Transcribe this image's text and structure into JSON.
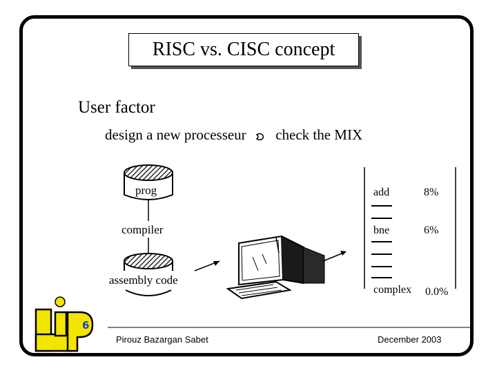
{
  "slide": {
    "title": "RISC vs. CISC concept",
    "heading": "User factor",
    "subline_left": "design a new processeur",
    "subline_right": "check the MIX"
  },
  "flow": {
    "prog": "prog",
    "compiler": "compiler",
    "assembly": "assembly code"
  },
  "mix": {
    "rows": [
      {
        "name": "add",
        "pct": "8%"
      },
      {
        "name": "bne",
        "pct": "6%"
      }
    ],
    "last_name": "complex",
    "last_pct": "0.0%"
  },
  "footer": {
    "author": "Pirouz Bazargan Sabet",
    "date": "December 2003"
  },
  "logo": {
    "text": "LIP 6",
    "accent": "#f2e500",
    "brand": "#1f3fbf"
  },
  "icons": [
    "arrow-right-icon",
    "computer-icon",
    "hatched-disk-icon"
  ]
}
